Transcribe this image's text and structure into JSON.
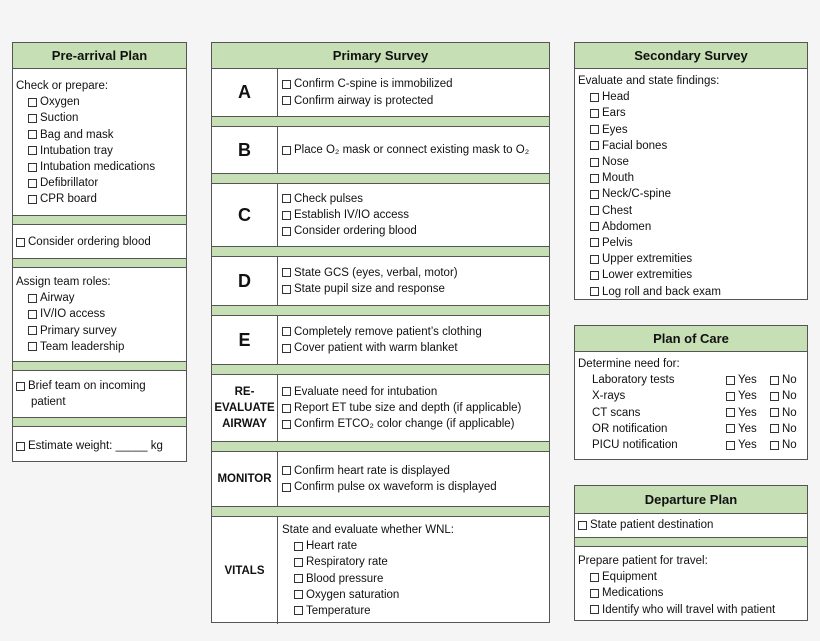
{
  "prearrival": {
    "title": "Pre-arrival Plan",
    "check_label": "Check or prepare:",
    "items": [
      "Oxygen",
      "Suction",
      "Bag and mask",
      "Intubation tray",
      "Intubation medications",
      "Defibrillator",
      "CPR board"
    ],
    "blood": "Consider ordering blood",
    "roles_label": "Assign team roles:",
    "roles": [
      "Airway",
      "IV/IO access",
      "Primary survey",
      "Team leadership"
    ],
    "brief_line1": "Brief team on incoming",
    "brief_line2": "patient",
    "weight": "Estimate weight: _____ kg"
  },
  "primary": {
    "title": "Primary Survey",
    "rows": [
      {
        "letter": "A",
        "items": [
          "Confirm C-spine is immobilized",
          "Confirm airway is protected"
        ]
      },
      {
        "letter": "B",
        "items": [
          "Place O₂ mask or connect existing mask to O₂"
        ]
      },
      {
        "letter": "C",
        "items": [
          "Check pulses",
          "Establish IV/IO access",
          "Consider ordering blood"
        ]
      },
      {
        "letter": "D",
        "items": [
          "State GCS (eyes, verbal, motor)",
          "State pupil size and response"
        ]
      },
      {
        "letter": "E",
        "items": [
          "Completely remove patient’s clothing",
          "Cover patient with warm blanket"
        ]
      },
      {
        "letter_lines": [
          "RE-",
          "EVALUATE",
          "AIRWAY"
        ],
        "items": [
          "Evaluate need for intubation",
          "Report ET tube size and depth (if applicable)",
          "Confirm ETCO₂ color change (if applicable)"
        ]
      },
      {
        "letter": "MONITOR",
        "items": [
          "Confirm heart rate is displayed",
          "Confirm pulse ox waveform is displayed"
        ]
      },
      {
        "letter": "VITALS",
        "intro": "State and evaluate whether WNL:",
        "items": [
          "Heart rate",
          "Respiratory rate",
          "Blood pressure",
          "Oxygen saturation",
          "Temperature"
        ]
      }
    ]
  },
  "secondary": {
    "title": "Secondary Survey",
    "intro": "Evaluate and state findings:",
    "items": [
      "Head",
      "Ears",
      "Eyes",
      "Facial bones",
      "Nose",
      "Mouth",
      "Neck/C-spine",
      "Chest",
      "Abdomen",
      "Pelvis",
      "Upper extremities",
      "Lower extremities",
      "Log roll and back exam"
    ]
  },
  "plan_of_care": {
    "title": "Plan of Care",
    "intro": "Determine need for:",
    "yes_label": "Yes",
    "no_label": "No",
    "items": [
      "Laboratory tests",
      "X-rays",
      "CT scans",
      "OR notification",
      "PICU notification"
    ]
  },
  "departure": {
    "title": "Departure Plan",
    "destination": "State patient destination",
    "prepare_label": "Prepare patient for travel:",
    "items": [
      "Equipment",
      "Medications",
      "Identify who will travel with patient"
    ]
  },
  "colors": {
    "header_bg": "#c6dfb4",
    "border": "#555555"
  }
}
